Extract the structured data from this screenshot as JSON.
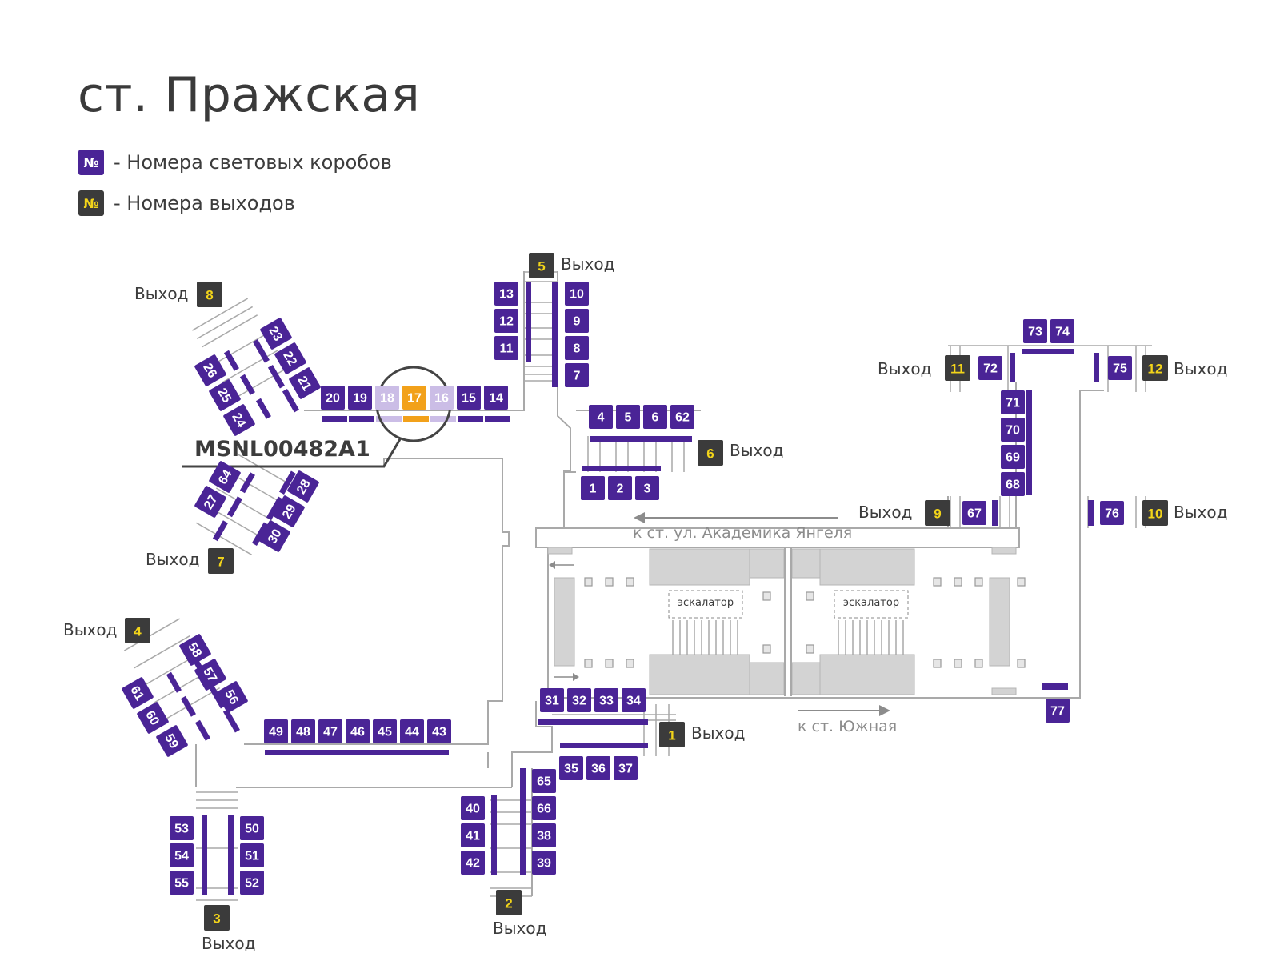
{
  "station_title": "ст. Пражская",
  "legend": {
    "box_symbol": "№",
    "box_label": "- Номера световых коробов",
    "exit_symbol": "№",
    "exit_label": "- Номера выходов"
  },
  "exit_word": "Выход",
  "highlight_code": "MSNL00482A1",
  "directions": {
    "to_north": "к ст. ул. Академика Янгеля",
    "to_south": "к ст. Южная"
  },
  "escalator_label": "эскалатор",
  "colors": {
    "box": "#4a2496",
    "exit": "#3b3b3b",
    "exit_number": "#f2d41a",
    "highlight": "#f2a11a",
    "dimmed": "#cbbde6"
  },
  "highlighted_box": "17",
  "dimmed_boxes": [
    "18",
    "16"
  ],
  "exits": [
    "1",
    "2",
    "3",
    "4",
    "5",
    "6",
    "7",
    "8",
    "9",
    "10",
    "11",
    "12"
  ],
  "light_boxes": [
    "1",
    "2",
    "3",
    "4",
    "5",
    "6",
    "7",
    "8",
    "9",
    "10",
    "11",
    "12",
    "13",
    "14",
    "15",
    "16",
    "17",
    "18",
    "19",
    "20",
    "21",
    "22",
    "23",
    "24",
    "25",
    "26",
    "27",
    "28",
    "29",
    "30",
    "31",
    "32",
    "33",
    "34",
    "35",
    "36",
    "37",
    "38",
    "39",
    "40",
    "41",
    "42",
    "43",
    "44",
    "45",
    "46",
    "47",
    "48",
    "49",
    "50",
    "51",
    "52",
    "53",
    "54",
    "55",
    "56",
    "57",
    "58",
    "59",
    "60",
    "61",
    "62",
    "64",
    "65",
    "66",
    "67",
    "68",
    "69",
    "70",
    "71",
    "72",
    "73",
    "74",
    "75",
    "76",
    "77"
  ]
}
